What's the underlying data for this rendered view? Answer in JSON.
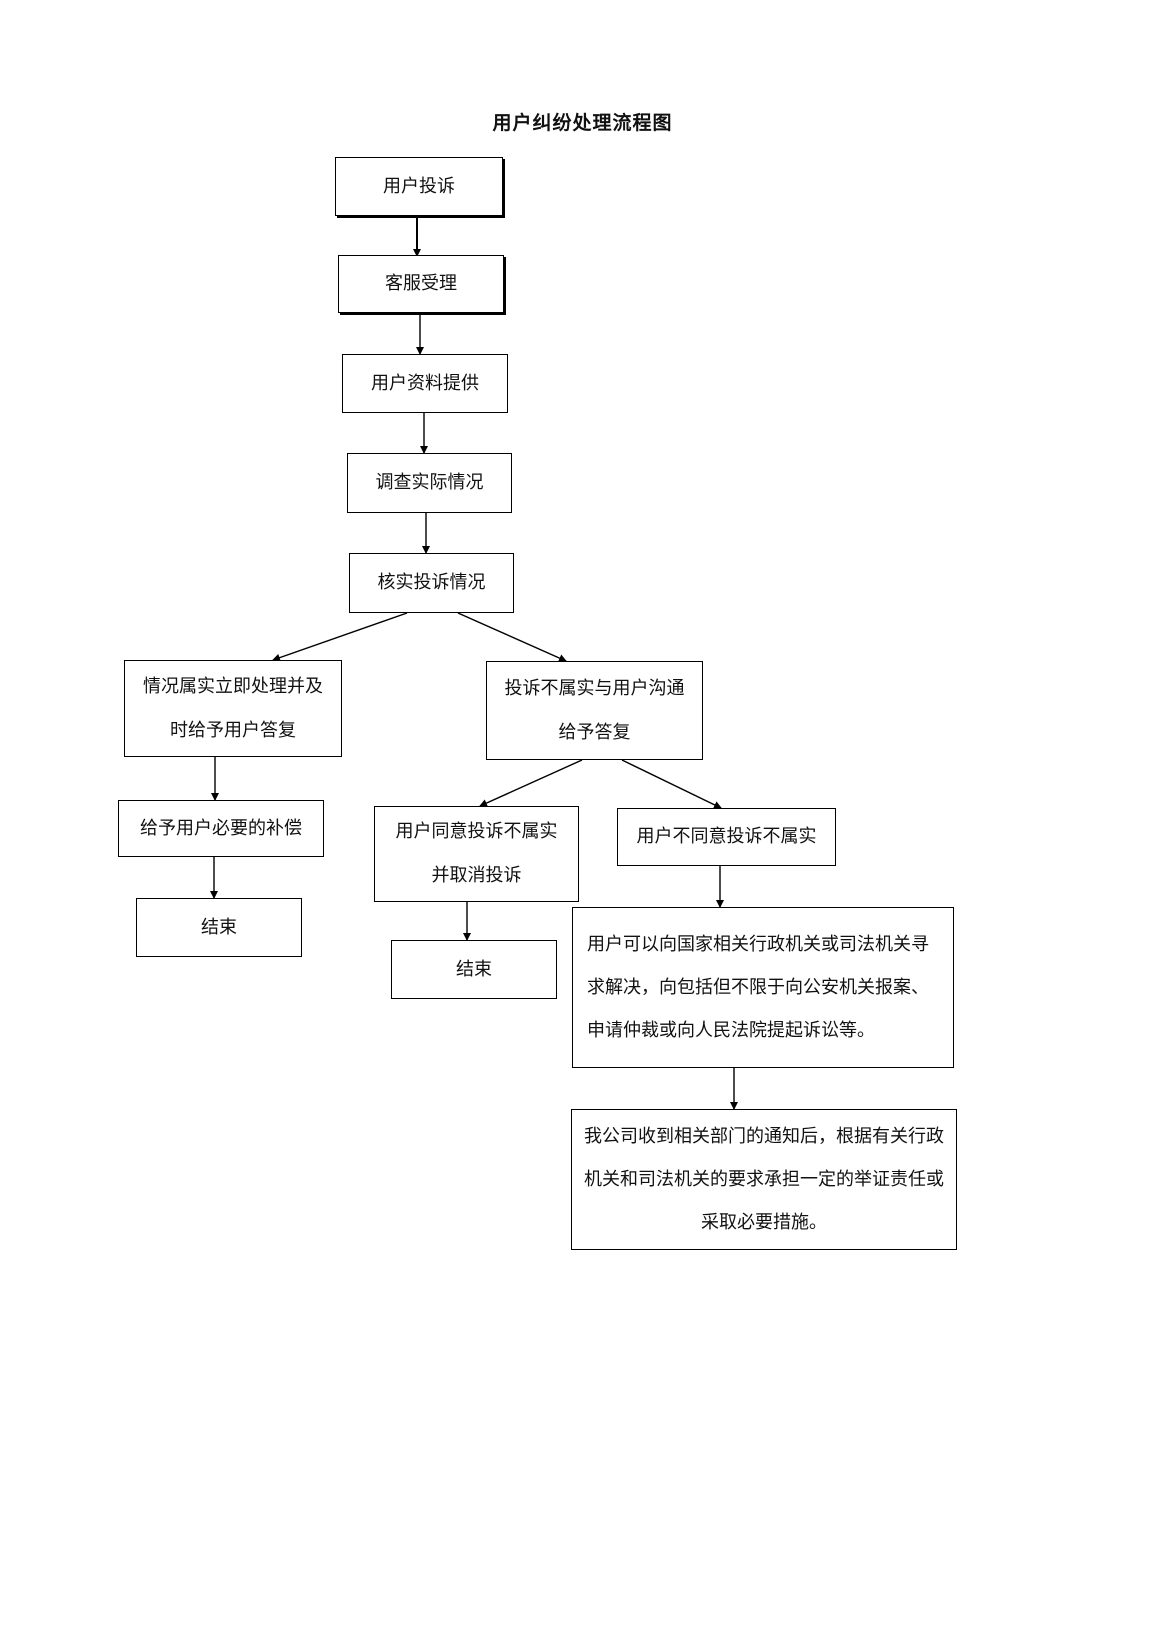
{
  "title": "用户纠纷处理流程图",
  "nodes": {
    "complaint": "用户投诉",
    "service_accept": "客服受理",
    "user_info": "用户资料提供",
    "investigate": "调查实际情况",
    "verify": "核实投诉情况",
    "true_handle": "情况属实立即处理并及时给予用户答复",
    "compensation": "给予用户必要的补偿",
    "end_left": "结束",
    "not_true": "投诉不属实与用户沟通给予答复",
    "agree": "用户同意投诉不属实并取消投诉",
    "end_middle": "结束",
    "disagree": "用户不同意投诉不属实",
    "legal_options": "用户可以向国家相关行政机关或司法机关寻求解决，向包括但不限于向公安机关报案、申请仲裁或向人民法院提起诉讼等。",
    "company_response": "我公司收到相关部门的通知后，根据有关行政机关和司法机关的要求承担一定的举证责任或采取必要措施。"
  }
}
